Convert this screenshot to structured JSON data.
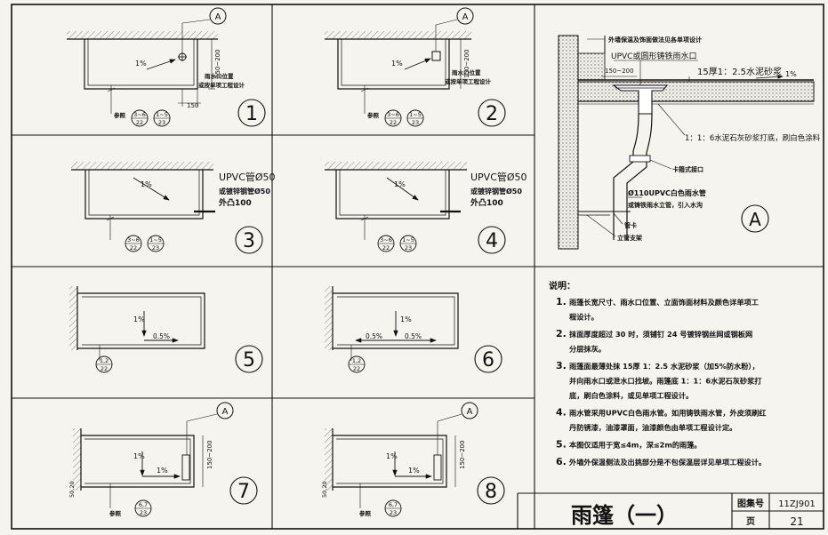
{
  "sheet": {
    "atlas_label": "图集号",
    "atlas_code": "11ZJ901",
    "page_label": "页",
    "page_no": "21",
    "title": "雨篷（一）"
  },
  "panels": [
    {
      "num": "1",
      "slope": "1%",
      "callout": "A",
      "dim_v": "150~200",
      "dim_h": "150",
      "note1": "雨水口位置",
      "note2": "或按单项工程设计",
      "ref_label": "参照",
      "ref1_top": "3~6",
      "ref1_bot": "22",
      "ref2_top": "1~5",
      "ref2_bot": "23"
    },
    {
      "num": "2",
      "slope": "1%",
      "callout": "A",
      "dim_v": "150~200",
      "note1": "雨水口位置",
      "note2": "或按单项工程设计",
      "ref_label": "参照",
      "ref1_top": "3~6",
      "ref1_bot": "22",
      "ref2_top": "1~5",
      "ref2_bot": "23"
    },
    {
      "num": "3",
      "slope": "1%",
      "pipe1": "UPVC管Ø50",
      "pipe2": "或镀锌钢管Ø50",
      "pipe3": "外凸100",
      "ref1_top": "3~6",
      "ref1_bot": "22",
      "ref2_top": "1~5",
      "ref2_bot": "23"
    },
    {
      "num": "4",
      "slope": "1%",
      "pipe1": "UPVC管Ø50",
      "pipe2": "或镀锌钢管Ø50",
      "pipe3": "外凸100",
      "ref1_top": "3~6",
      "ref1_bot": "22",
      "ref2_top": "1~5",
      "ref2_bot": "23"
    },
    {
      "num": "5",
      "slope": "1%",
      "slope2": "0.5%",
      "ref1_top": "1,2",
      "ref1_bot": "22"
    },
    {
      "num": "6",
      "slope": "1%",
      "slope2": "0.5%",
      "slope3": "0.5%",
      "ref1_top": "1,2",
      "ref1_bot": "22"
    },
    {
      "num": "7",
      "slope": "1%",
      "slope2": "1%",
      "callout": "A",
      "dim_v": "150~200",
      "dim_l": "50,20",
      "ref_label": "参照",
      "ref1_top": "6,7",
      "ref1_bot": "23"
    },
    {
      "num": "8",
      "slope": "1%",
      "slope2": "1%",
      "callout": "A",
      "dim_v": "150~200",
      "dim_l": "50,20",
      "ref_label": "参照",
      "ref1_top": "6,7",
      "ref1_bot": "23"
    }
  ],
  "detail_a": {
    "label": "A",
    "note_top": "外墙保温及饰面做法见各单项设计",
    "drain": "UPVC或圆形铸铁雨水口",
    "dim": "150~200",
    "mortar": "15厚1：2.5水泥砂浆",
    "slope": "1%",
    "plaster": "1：1：6水泥石灰砂浆打底，刷白色涂料",
    "clamp": "卡箍式接口",
    "pipe1": "Ø110UPVC白色雨水管",
    "pipe2": "或铸铁雨水立管，引入水沟",
    "pipe_clip": "管卡",
    "pipe_support": "立管支架"
  },
  "notes": {
    "heading": "说明：",
    "items": [
      {
        "n": "1.",
        "lines": [
          "雨篷长宽尺寸、雨水口位置、立面饰面材料及颜色详单项工",
          "程设计。"
        ]
      },
      {
        "n": "2.",
        "lines": [
          "抹面厚度超过 30 时，须铺钉 24 号镀锌钢丝网或钢板网",
          "分层抹灰。"
        ]
      },
      {
        "n": "3.",
        "lines": [
          "雨篷面最薄处抹 15厚 1：2.5 水泥砂浆（加5%防水粉），",
          "并向雨水口或泄水口找坡。雨篷底 1：1：6水泥石灰砂浆打",
          "底，刷白色涂料，或见单项工程设计。"
        ]
      },
      {
        "n": "4.",
        "lines": [
          "雨水管采用UPVC白色雨水管。如用铸铁雨水管，外皮须刷红",
          "丹防锈漆，油漆罩面，油漆颜色由单项工程设计定。"
        ]
      },
      {
        "n": "5.",
        "lines": [
          "本图仅适用于宽≤4m，深≤2m的雨篷。"
        ]
      },
      {
        "n": "6.",
        "lines": [
          "外墙外保温侧法及出挑部分是不包保温层详见单项工程设计。"
        ]
      }
    ]
  }
}
